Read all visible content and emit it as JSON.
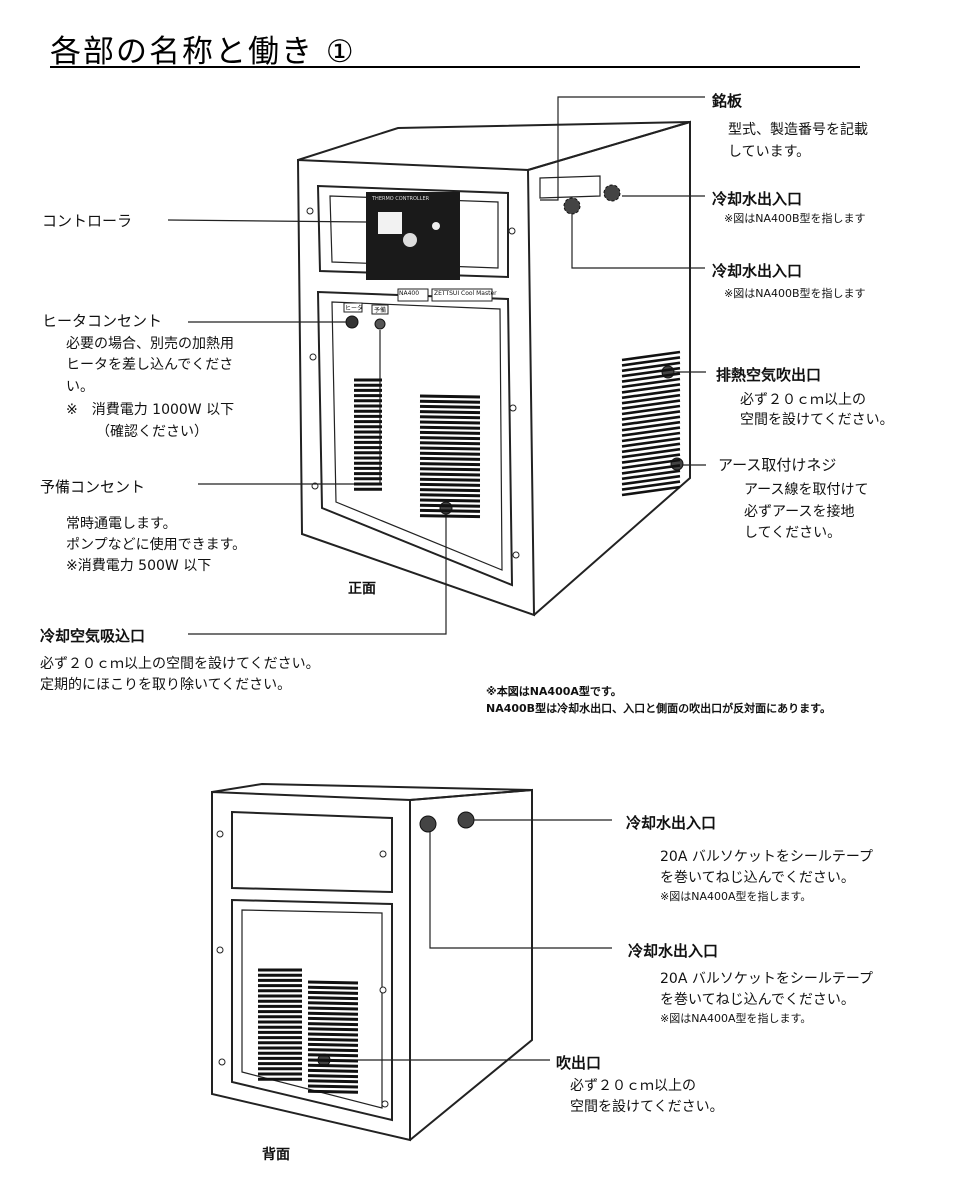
{
  "title": "各部の名称と働き ①",
  "front": {
    "caption": "正面",
    "panel": {
      "brand": "THERMO CONTROLLER",
      "sub": "CONTROLLER",
      "model_plate": "NA400",
      "right_plate": "ZETTSUI Cool Master",
      "heater_tag": "ヒータ",
      "spare_tag": "予備"
    },
    "callouts": {
      "nameplate": {
        "title": "銘板",
        "lines": [
          "型式、製造番号を記載",
          "しています。"
        ]
      },
      "outlet1": {
        "title": "冷却水出入口",
        "note": "※図はNA400B型を指します"
      },
      "outlet2": {
        "title": "冷却水出入口",
        "note": "※図はNA400B型を指します"
      },
      "controller": {
        "title": "コントローラ"
      },
      "heater": {
        "title": "ヒータコンセント",
        "lines": [
          "必要の場合、別売の加熱用",
          "ヒータを差し込んでくださ",
          "い。",
          "※　消費電力 1000W 以下",
          "（確認ください）"
        ]
      },
      "exhaust": {
        "title": "排熱空気吹出口",
        "lines": [
          "必ず２０ｃｍ以上の",
          "空間を設けてください。"
        ]
      },
      "earth": {
        "title": "アース取付けネジ",
        "lines": [
          "アース線を取付けて",
          "必ずアースを接地",
          "してください。"
        ]
      },
      "spare": {
        "title": "予備コンセント",
        "lines": [
          "常時通電します。",
          "ポンプなどに使用できます。",
          "※消費電力 500W 以下"
        ]
      },
      "intake": {
        "title": "冷却空気吸込口",
        "lines": [
          "必ず２０ｃｍ以上の空間を設けてください。",
          "定期的にほこりを取り除いてください。"
        ]
      }
    },
    "notes": [
      "※本図はNA400A型です。",
      "NA400B型は冷却水出口、入口と側面の吹出口が反対面にあります。"
    ]
  },
  "back": {
    "caption": "背面",
    "callouts": {
      "outlet1": {
        "title": "冷却水出入口",
        "lines": [
          "20A バルソケットをシールテープ",
          "を巻いてねじ込んでください。"
        ],
        "note": "※図はNA400A型を指します。"
      },
      "outlet2": {
        "title": "冷却水出入口",
        "lines": [
          "20A バルソケットをシールテープ",
          "を巻いてねじ込んでください。"
        ],
        "note": "※図はNA400A型を指します。"
      },
      "vent": {
        "title": "吹出口",
        "lines": [
          "必ず２０ｃｍ以上の",
          "空間を設けてください。"
        ]
      }
    }
  }
}
